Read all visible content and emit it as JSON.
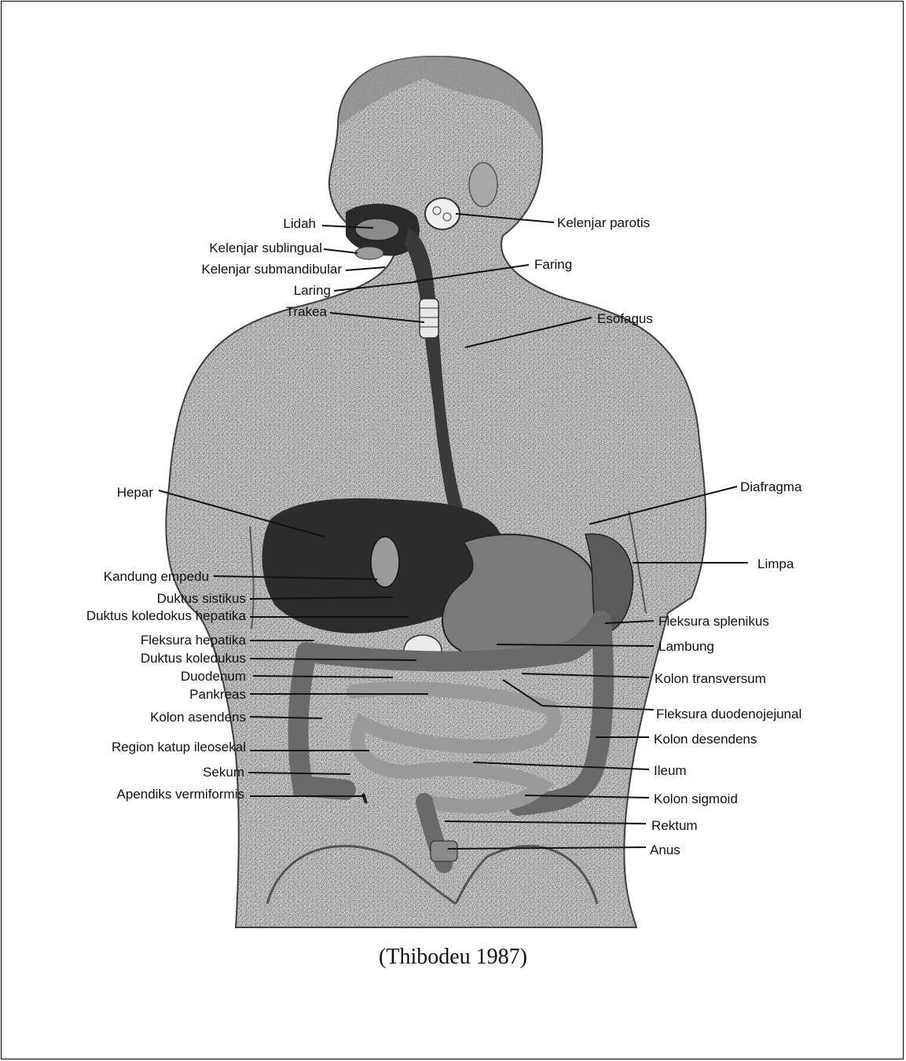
{
  "caption": "(Thibodeu 1987)",
  "labels": {
    "lidah": "Lidah",
    "kelenjar_parotis": "Kelenjar parotis",
    "kelenjar_sublingual": "Kelenjar sublingual",
    "kelenjar_submandibular": "Kelenjar submandibular",
    "faring": "Faring",
    "laring": "Laring",
    "trakea": "Trakea",
    "esofagus": "Esofagus",
    "hepar": "Hepar",
    "diafragma": "Diafragma",
    "limpa": "Limpa",
    "kandung_empedu": "Kandung empedu",
    "duktus_sistikus": "Duktus sistikus",
    "duktus_koledokus_hepatika": "Duktus koledokus hepatika",
    "fleksura_splenikus": "Fleksura splenikus",
    "fleksura_hepatika": "Fleksura hepatika",
    "lambung": "Lambung",
    "duktus_koledukus": "Duktus koledukus",
    "duodenum": "Duodenum",
    "kolon_transversum": "Kolon transversum",
    "pankreas": "Pankreas",
    "fleksura_duodenojejunal": "Fleksura duodenojejunal",
    "kolon_asendens": "Kolon asendens",
    "kolon_desendens": "Kolon desendens",
    "region_katup_ileosekal": "Region katup ileosekal",
    "ileum": "Ileum",
    "sekum": "Sekum",
    "apendiks_vermiformis": "Apendiks vermiformis",
    "kolon_sigmoid": "Kolon sigmoid",
    "rektum": "Rektum",
    "anus": "Anus"
  }
}
